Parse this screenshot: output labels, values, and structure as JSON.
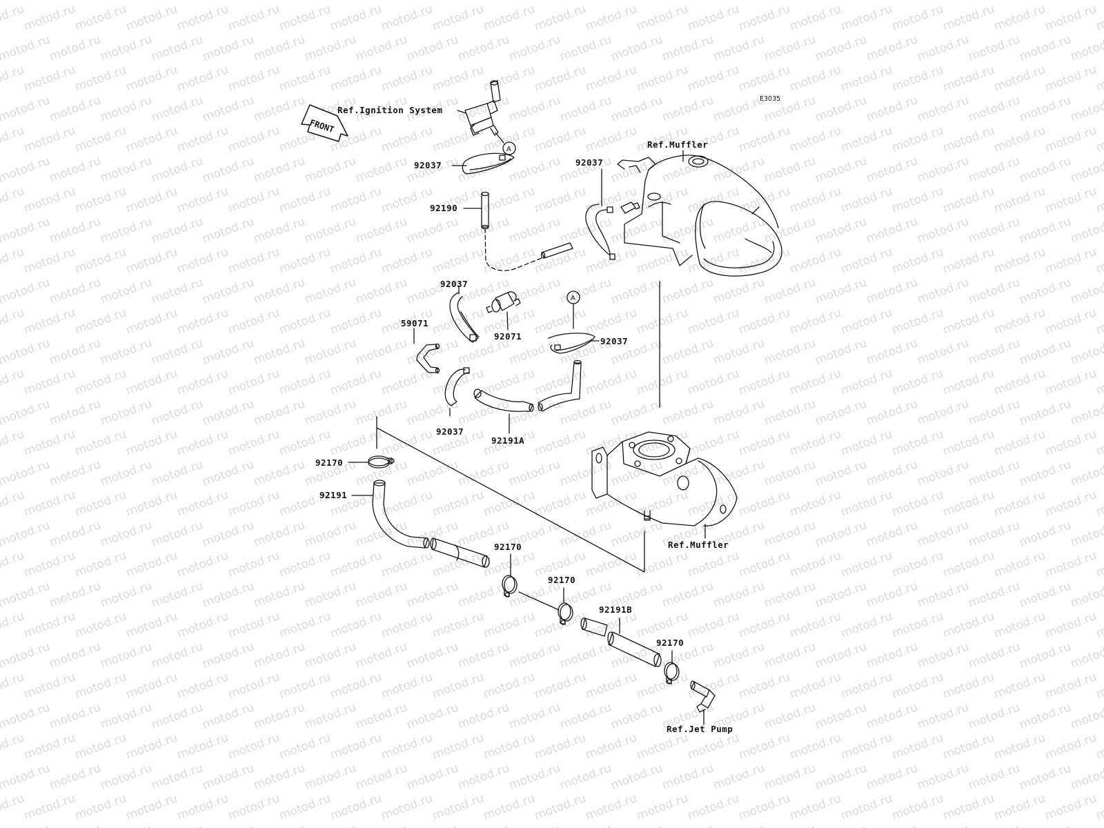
{
  "diagram_code": "E3035",
  "front_arrow": "FRONT",
  "watermark_text": "motod.ru",
  "callout_letter": "A",
  "refs": {
    "ignition": "Ref.Ignition System",
    "muffler_top": "Ref.Muffler",
    "muffler_bottom": "Ref.Muffler",
    "jet_pump": "Ref.Jet Pump"
  },
  "parts": {
    "p92037_a": "92037",
    "p92190": "92190",
    "p92037_b": "92037",
    "p92037_c": "92037",
    "p92071": "92071",
    "p92037_d": "92037",
    "p59071": "59071",
    "p92037_e": "92037",
    "p92191A": "92191A",
    "p92170_a": "92170",
    "p92191": "92191",
    "p92170_b": "92170",
    "p92170_c": "92170",
    "p92191B": "92191B",
    "p92170_d": "92170"
  },
  "colors": {
    "ink": "#111111",
    "watermark": "#d9d9d9"
  }
}
